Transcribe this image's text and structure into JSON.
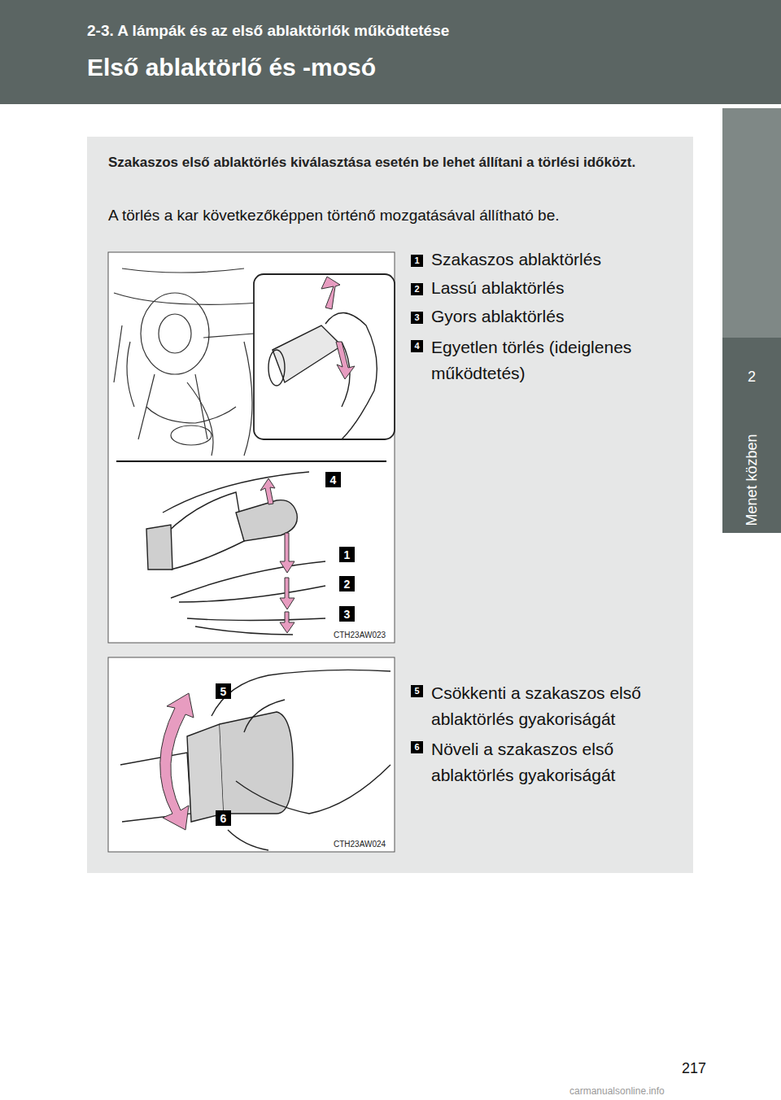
{
  "diagram": {
    "title": "Első ablaktörlő és -mosó",
    "nodes": [
      {
        "text": [
          "Szakaszos első ablaktörlés kiválasztása esetén be lehet állítani a törlési időközt.",
          "A törlés a kar következőképpen történő mozgatásával állítható be."
        ]
      },
      {
        "text": [
          "2",
          "Menet közben"
        ]
      },
      {
        "text": [
          "1"
        ],
        "in": 0
      },
      {
        "text": [
          "2"
        ],
        "in": 0
      },
      {
        "text": [
          "3"
        ],
        "in": 0
      },
      {
        "text": [
          "4"
        ],
        "in": 0
      },
      {
        "text": [
          "4"
        ],
        "in": 0
      },
      {
        "text": [
          "1"
        ],
        "in": 0
      },
      {
        "text": [
          "2"
        ],
        "in": 0
      },
      {
        "text": [
          "3"
        ],
        "in": 0
      },
      {
        "text": [
          "5"
        ],
        "in": 0
      },
      {
        "text": [
          "6"
        ],
        "in": 0
      },
      {
        "text": [
          "5"
        ],
        "in": 0
      },
      {
        "text": [
          "6"
        ],
        "in": 0
      }
    ],
    "labels": [
      "2-3. A lámpák és az első ablaktörlők működtetése",
      "Szakaszos ablaktörlés",
      "Lassú ablaktörlés",
      "Gyors ablaktörlés",
      "Egyetlen törlés (ideiglenes működtetés)",
      "CTH23AW023",
      "Csökkenti a szakaszos első ablaktörlés gyakoriságát",
      "Növeli a szakaszos első ablaktörlés gyakoriságát",
      "CTH23AW024",
      "217",
      "carmanualsonline.info"
    ]
  }
}
